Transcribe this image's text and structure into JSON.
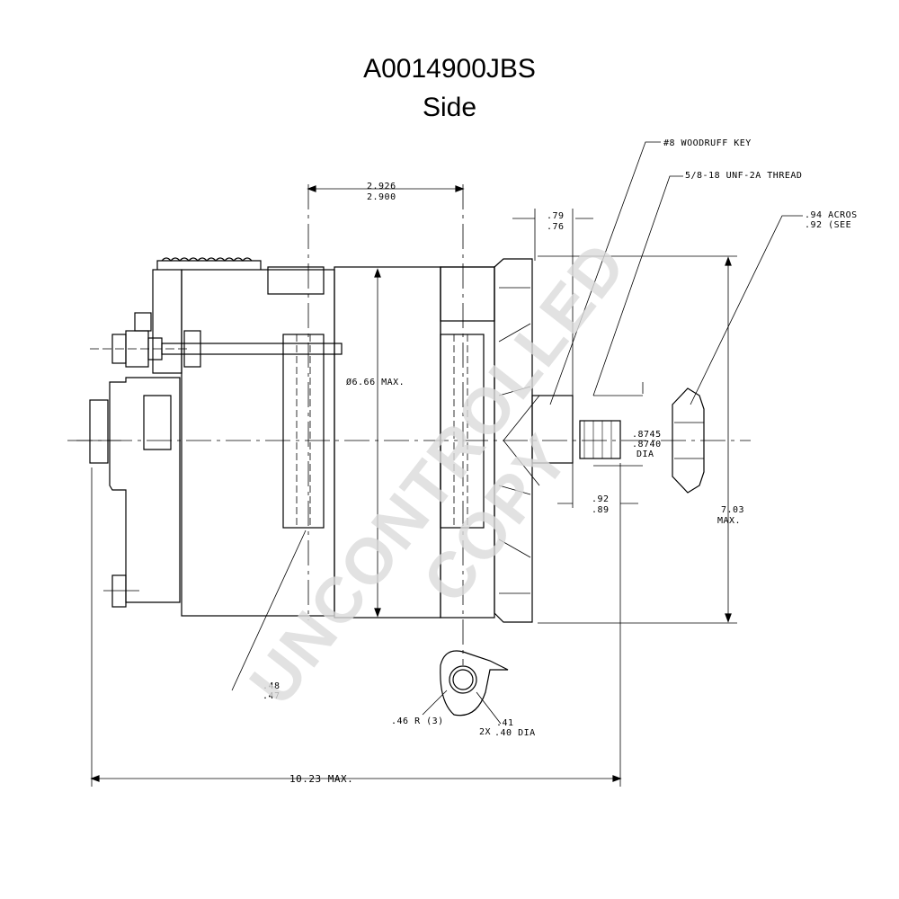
{
  "title": "A0014900JBS",
  "subtitle": "Side",
  "watermark": "UNCONTROLLED COPY",
  "dims": {
    "d_2926": "2.926",
    "d_2900": "2.900",
    "d_79": ".79",
    "d_76": ".76",
    "woodruff": "#8 WOODRUFF KEY",
    "thread": "5/8-18 UNF-2A THREAD",
    "across1": ".94 ACROS",
    "across2": ".92 (SEE",
    "dia666": "Ø6.66 MAX.",
    "d_8745": ".8745",
    "d_8740": ".8740",
    "dia": "DIA",
    "d_92": ".92",
    "d_89": ".89",
    "d_703": "7.03",
    "max": "MAX.",
    "d_48": ".48",
    "d_47": ".47",
    "r46": ".46 R (3)",
    "two_x": "2X",
    "d_41": ".41",
    "d_40": ".40 DIA",
    "overall": "10.23 MAX."
  },
  "colors": {
    "line": "#000000",
    "watermark": "#dcdcdc"
  }
}
